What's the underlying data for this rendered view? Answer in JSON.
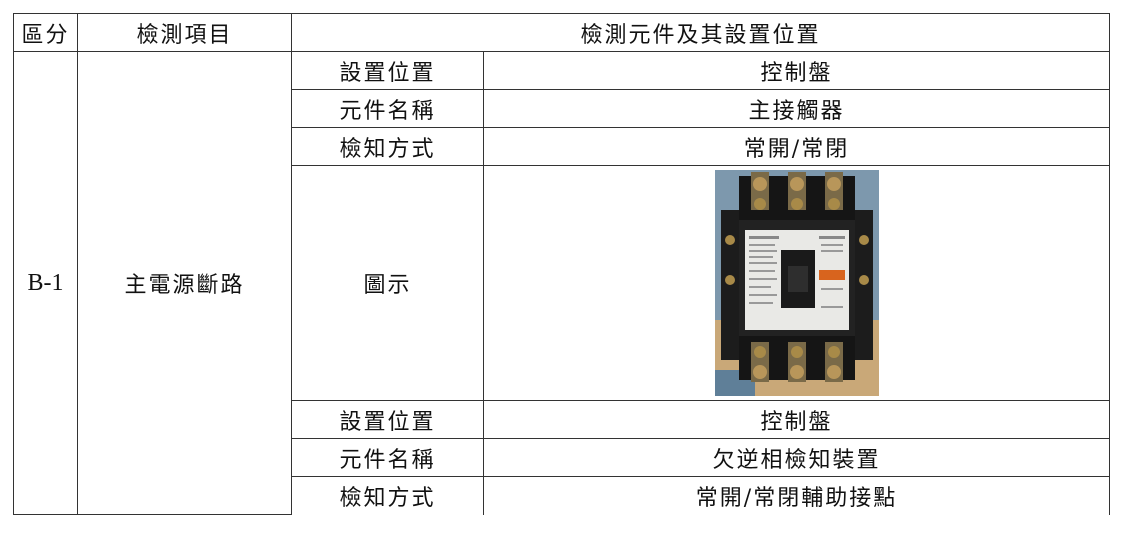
{
  "header": {
    "col_zone": "區分",
    "col_item": "檢測項目",
    "col_component": "檢測元件及其設置位置"
  },
  "row_group": {
    "zone": "B-1",
    "item": "主電源斷路"
  },
  "rows": [
    {
      "label": "設置位置",
      "value": "控制盤"
    },
    {
      "label": "元件名稱",
      "value": "主接觸器"
    },
    {
      "label": "檢知方式",
      "value": "常開/常閉"
    },
    {
      "label": "圖示",
      "value": ""
    },
    {
      "label": "設置位置",
      "value": "控制盤"
    },
    {
      "label": "元件名稱",
      "value": "欠逆相檢知裝置"
    },
    {
      "label": "檢知方式",
      "value": "常開/常閉輔助接點"
    }
  ],
  "photo": {
    "subject": "magnetic-contactor-photo",
    "colors": {
      "body": "#1e1e1e",
      "label": "#e9e9e6",
      "screw": "#a88a48",
      "background": "#7e9bb0",
      "badge": "#d8641e"
    }
  }
}
